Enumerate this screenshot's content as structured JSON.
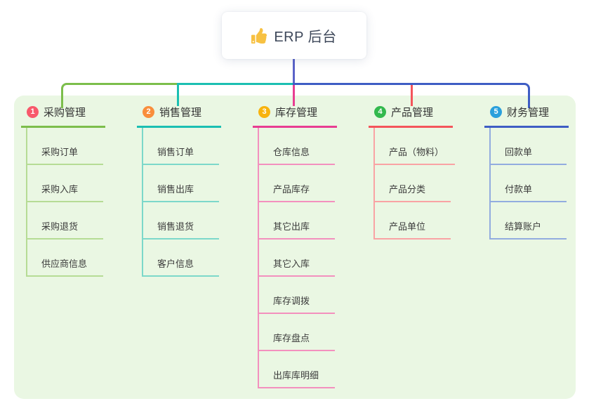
{
  "root": {
    "title": "ERP 后台",
    "icon": "thumbs-up-icon",
    "line_color": "#5a63c8"
  },
  "panel": {
    "bg_color": "#eaf7e3"
  },
  "branches": [
    {
      "index": "1",
      "title": "采购管理",
      "color": "#7cbe4b",
      "child_color": "#b6dc95",
      "badge_color": "#f8596b",
      "children": [
        "采购订单",
        "采购入库",
        "采购退货",
        "供应商信息"
      ]
    },
    {
      "index": "2",
      "title": "销售管理",
      "color": "#1bbfb2",
      "child_color": "#7cd8ca",
      "badge_color": "#f98e3c",
      "children": [
        "销售订单",
        "销售出库",
        "销售退货",
        "客户信息"
      ]
    },
    {
      "index": "3",
      "title": "库存管理",
      "color": "#e83d92",
      "child_color": "#f390be",
      "badge_color": "#f8b30e",
      "children": [
        "仓库信息",
        "产品库存",
        "其它出库",
        "其它入库",
        "库存调拨",
        "库存盘点",
        "出库库明细"
      ]
    },
    {
      "index": "4",
      "title": "产品管理",
      "color": "#f4555b",
      "child_color": "#f9a3a4",
      "badge_color": "#33b94e",
      "children": [
        "产品（物料）",
        "产品分类",
        "产品单位"
      ]
    },
    {
      "index": "5",
      "title": "财务管理",
      "color": "#3e5dc4",
      "child_color": "#92acdf",
      "badge_color": "#2aa0dc",
      "children": [
        "回款单",
        "付款单",
        "结算账户"
      ]
    }
  ]
}
